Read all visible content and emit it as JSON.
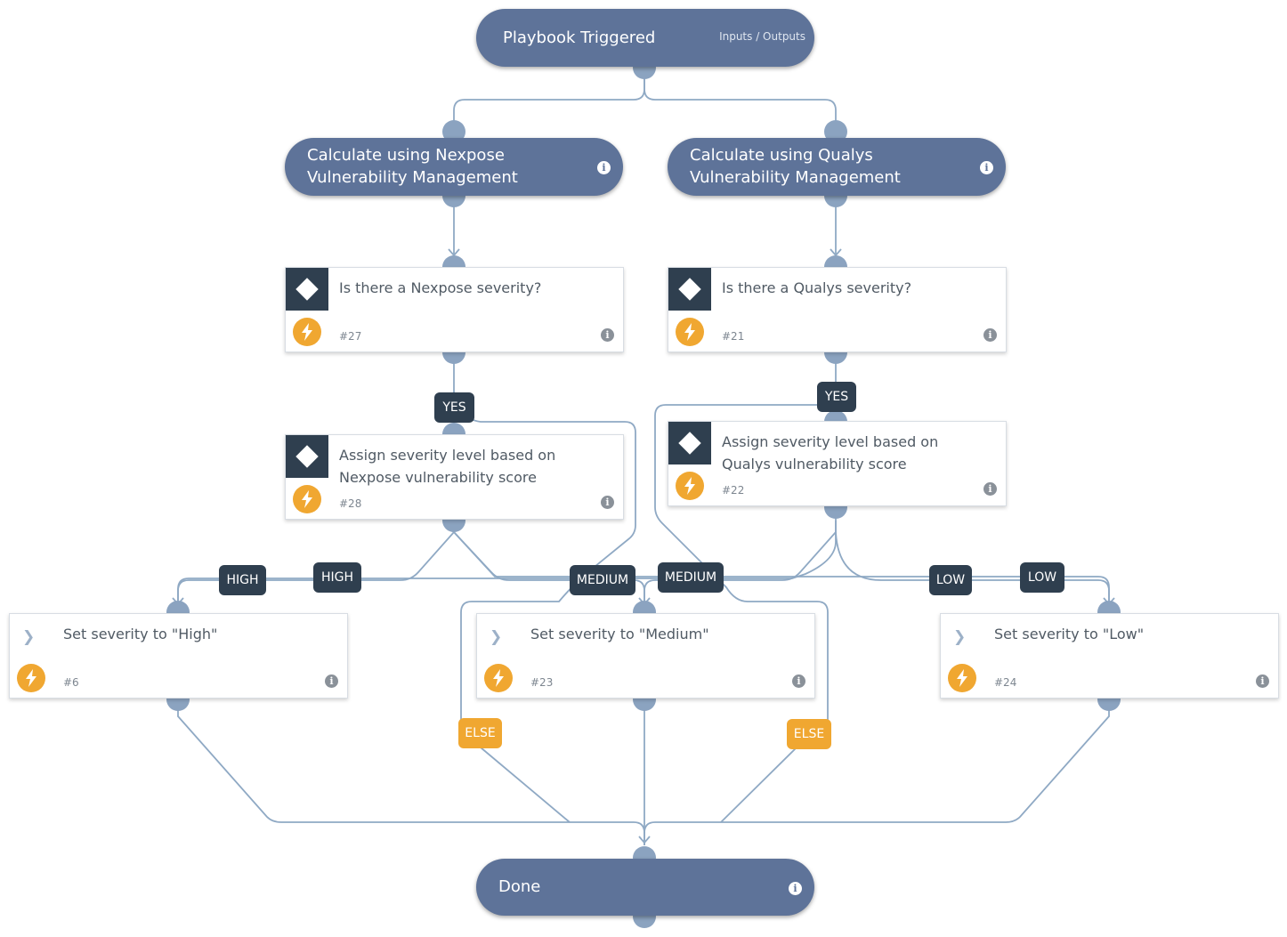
{
  "trigger": {
    "title": "Playbook Triggered",
    "io_link": "Inputs / Outputs"
  },
  "nodes": {
    "nexpose_calc": {
      "title_line1": "Calculate using Nexpose",
      "title_line2": "Vulnerability Management"
    },
    "qualys_calc": {
      "title_line1": "Calculate using Qualys",
      "title_line2": "Vulnerability Management"
    },
    "nexpose_check": {
      "title": "Is there a Nexpose severity?",
      "id": "#27"
    },
    "qualys_check": {
      "title": "Is there a Qualys severity?",
      "id": "#21"
    },
    "nexpose_assign": {
      "title_line1": "Assign severity level based on",
      "title_line2": "Nexpose vulnerability score",
      "id": "#28"
    },
    "qualys_assign": {
      "title_line1": "Assign severity level based on",
      "title_line2": "Qualys vulnerability score",
      "id": "#22"
    },
    "set_high": {
      "title": "Set severity to \"High\"",
      "id": "#6"
    },
    "set_medium": {
      "title": "Set severity to \"Medium\"",
      "id": "#23"
    },
    "set_low": {
      "title": "Set severity to \"Low\"",
      "id": "#24"
    },
    "done": {
      "title": "Done"
    }
  },
  "labels": {
    "yes_1": "YES",
    "yes_2": "YES",
    "high_1": "HIGH",
    "high_2": "HIGH",
    "medium_1": "MEDIUM",
    "medium_2": "MEDIUM",
    "low_1": "LOW",
    "low_2": "LOW",
    "else_1": "ELSE",
    "else_2": "ELSE"
  },
  "icons": {
    "info": "info-icon",
    "condition": "diamond-icon",
    "task": "chevron-icon",
    "automation": "lightning-bolt-icon"
  },
  "colors": {
    "header_node": "#5e7399",
    "label_dark": "#2f3f4f",
    "label_else": "#f0a731",
    "edge": "#8fa9c4",
    "bolt": "#f0a731"
  }
}
